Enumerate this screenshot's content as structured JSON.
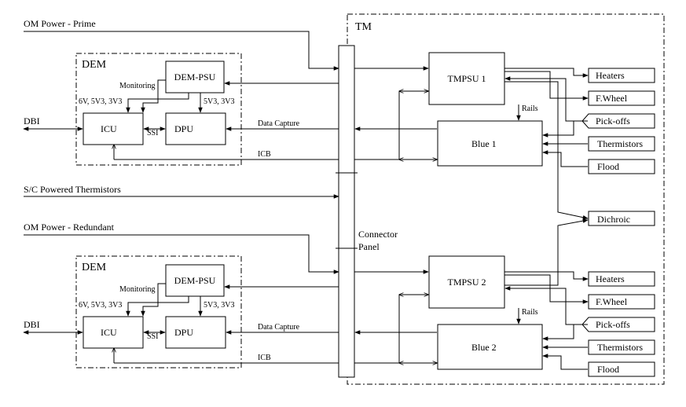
{
  "labels": {
    "om_power_prime": "OM Power - Prime",
    "om_power_redundant": "OM Power - Redundant",
    "sc_thermistors": "S/C Powered Thermistors",
    "tm": "TM",
    "connector_panel_line1": "Connector",
    "connector_panel_line2": "Panel"
  },
  "dem_top": {
    "title": "DEM",
    "psu": "DEM-PSU",
    "monitoring": "Monitoring",
    "rails_left": "6V, 5V3, 3V3",
    "rails_right": "5V3, 3V3",
    "icu": "ICU",
    "dpu": "DPU",
    "ssi": "SSI",
    "dbi": "DBI",
    "data_capture": "Data Capture",
    "icb": "ICB"
  },
  "dem_bottom": {
    "title": "DEM",
    "psu": "DEM-PSU",
    "monitoring": "Monitoring",
    "rails_left": "6V, 5V3, 3V3",
    "rails_right": "5V3, 3V3",
    "icu": "ICU",
    "dpu": "DPU",
    "ssi": "SSI",
    "dbi": "DBI",
    "data_capture": "Data Capture",
    "icb": "ICB"
  },
  "tm_top": {
    "tmpsu": "TMPSU 1",
    "blue": "Blue 1",
    "rails": "Rails",
    "heaters": "Heaters",
    "fwheel": "F.Wheel",
    "pickoffs": "Pick-offs",
    "thermistors": "Thermistors",
    "flood": "Flood"
  },
  "tm_bottom": {
    "tmpsu": "TMPSU 2",
    "blue": "Blue 2",
    "rails": "Rails",
    "heaters": "Heaters",
    "fwheel": "F.Wheel",
    "pickoffs": "Pick-offs",
    "thermistors": "Thermistors",
    "flood": "Flood"
  },
  "dichroic": "Dichroic"
}
